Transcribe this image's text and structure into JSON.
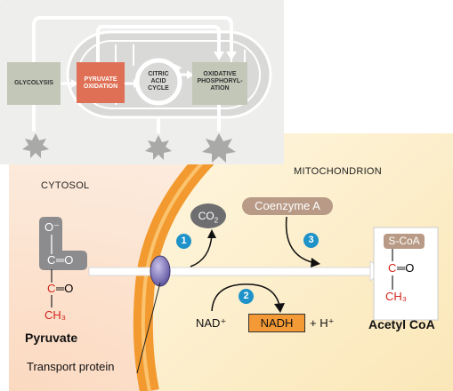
{
  "inset": {
    "glycolysis": "GLYCOLYSIS",
    "pyruvate_oxidation": [
      "PYRUVATE",
      "OXIDATION"
    ],
    "citric_acid_cycle": [
      "CITRIC",
      "ACID",
      "CYCLE"
    ],
    "oxidative_phosphorylation": [
      "OXIDATIVE",
      "PHOSPHORYL-",
      "ATION"
    ]
  },
  "labels": {
    "cytosol": "CYTOSOL",
    "mitochondrion": "MITOCHONDRION",
    "transport_protein": "Transport protein"
  },
  "steps": [
    "1",
    "2",
    "3"
  ],
  "pyruvate": {
    "o_minus": "O⁻",
    "c1": "C",
    "eq1": "═O",
    "c2": "C",
    "eq2": "═O",
    "ch3": "CH₃",
    "name": "Pyruvate"
  },
  "co2": {
    "text": "CO",
    "sub": "2"
  },
  "coenzyme_a": "Coenzyme A",
  "nad": "NAD⁺",
  "nadh": "NADH",
  "h_plus": "+ H⁺",
  "acetyl_coa": {
    "scoa": "S-CoA",
    "c": "C",
    "eq": "═O",
    "ch3": "CH₃",
    "name": "Acetyl CoA"
  },
  "colors": {
    "cytosol_bg": "#fbe3cf",
    "mitochondrion_bg": "#fdf1cf",
    "membrane": "#f29a2f",
    "nadh_box": "#f39a36",
    "coenzyme_a": "#b89a86",
    "co2": "#6e6e70",
    "step_badge": "#1f93c9",
    "transport_protein": "#7a71b8",
    "carbon_red": "#d0271d"
  }
}
